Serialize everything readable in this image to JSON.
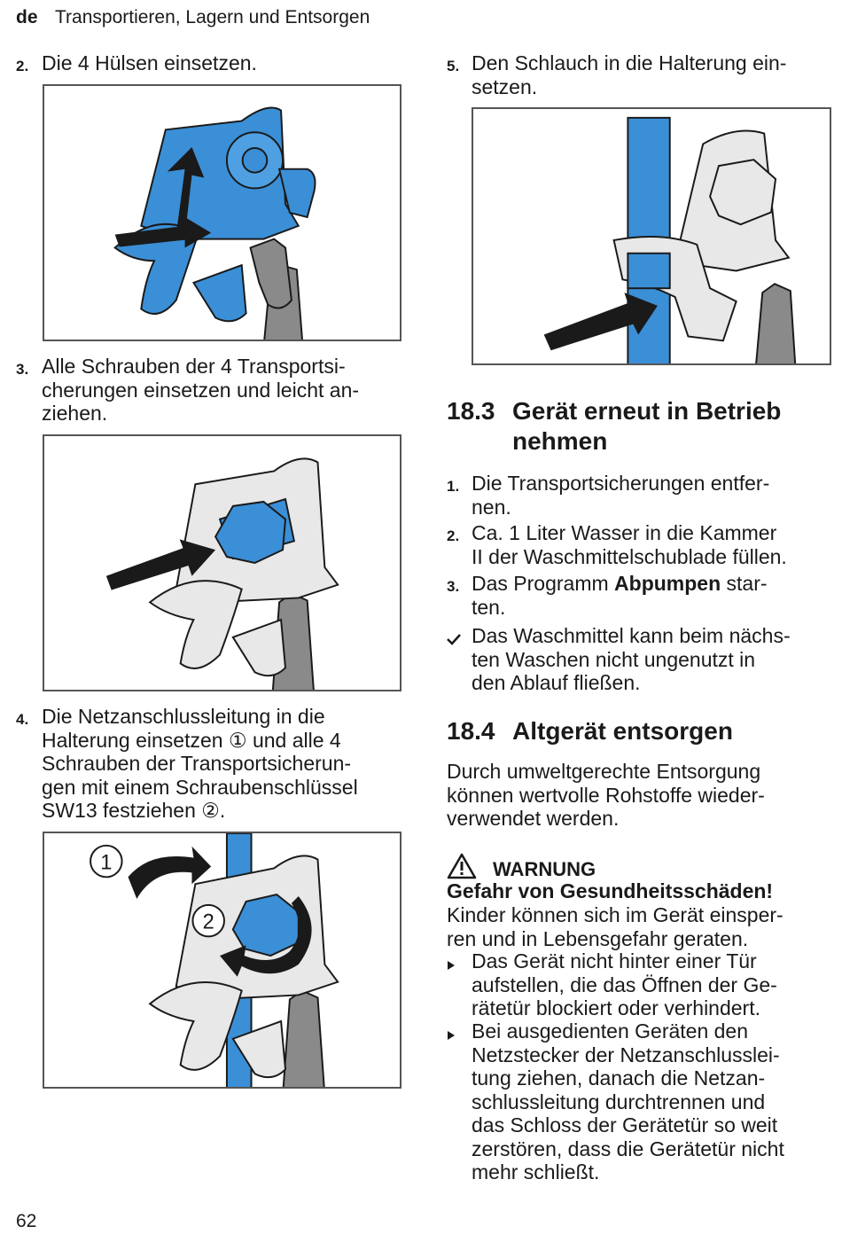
{
  "header": {
    "lang": "de",
    "title": "Transportieren, Lagern und Entsorgen"
  },
  "steps_left": [
    {
      "num": "2.",
      "lines": [
        "Die 4 Hülsen einsetzen."
      ]
    },
    {
      "num": "3.",
      "lines": [
        "Alle Schrauben der 4 Transportsi-",
        "cherungen einsetzen und leicht an-",
        "ziehen."
      ]
    },
    {
      "num": "4.",
      "lines": [
        "Die Netzanschlussleitung in die",
        "Halterung einsetzen ① und alle 4",
        "Schrauben der Transportsicherun-",
        "gen mit einem Schraubenschlüssel",
        "SW13 festziehen ②."
      ]
    }
  ],
  "step5": {
    "num": "5.",
    "lines": [
      "Den Schlauch in die Halterung ein-",
      "setzen."
    ]
  },
  "figure_labels": {
    "one": "1",
    "two": "2"
  },
  "section_18_3": {
    "num": "18.3",
    "title_lines": [
      "Gerät erneut in Betrieb",
      "nehmen"
    ],
    "steps": [
      {
        "num": "1.",
        "lines": [
          "Die Transportsicherungen entfer-",
          "nen."
        ]
      },
      {
        "num": "2.",
        "lines": [
          "Ca. 1 Liter Wasser in die Kammer",
          "II der Waschmittelschublade füllen."
        ]
      },
      {
        "num": "3.",
        "pre": "Das Programm ",
        "bold": "Abpumpen",
        "post": " star-",
        "line2": "ten."
      }
    ],
    "result": {
      "icon": "check-icon",
      "lines": [
        "Das Waschmittel kann beim nächs-",
        "ten Waschen nicht ungenutzt in",
        "den Ablauf fließen."
      ]
    }
  },
  "section_18_4": {
    "num": "18.4",
    "title": "Altgerät entsorgen",
    "intro_lines": [
      "Durch umweltgerechte Entsorgung",
      "können wertvolle Rohstoffe wieder-",
      "verwendet werden."
    ],
    "warning": {
      "icon": "warning-triangle-icon",
      "label": "WARNUNG",
      "headline": "Gefahr von Gesundheitsschäden!",
      "body_lines": [
        "Kinder können sich im Gerät einsper-",
        "ren und in Lebensgefahr geraten."
      ],
      "bullets": [
        {
          "lines": [
            "Das Gerät nicht hinter einer Tür",
            "aufstellen, die das Öffnen der Ge-",
            "rätetür blockiert oder verhindert."
          ]
        },
        {
          "lines": [
            "Bei ausgedienten Geräten den",
            "Netzstecker der Netzanschlusslei-",
            "tung ziehen, danach die Netzan-",
            "schlussleitung durchtrennen und",
            "das Schloss der Gerätetür so weit",
            "zerstören, dass die Gerätetür nicht",
            "mehr schließt."
          ]
        }
      ]
    }
  },
  "page_number": "62",
  "colors": {
    "blue": "#3b8fd6",
    "grey": "#8a8a8a",
    "outline": "#1a1a1a"
  }
}
